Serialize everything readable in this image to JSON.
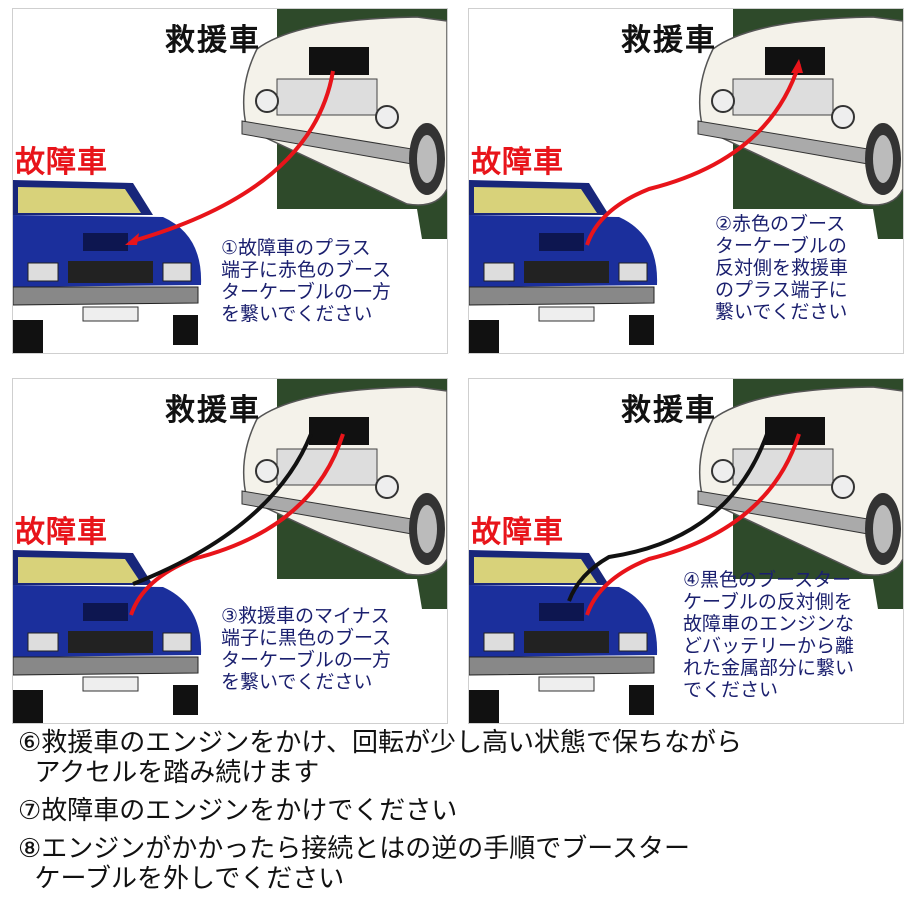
{
  "panels": [
    {
      "rescue_label": "救援車",
      "broken_label": "故障車",
      "instruction": "①故障車のプラス\n端子に赤色のブース\nターケーブルの一方\nを繋いでください"
    },
    {
      "rescue_label": "救援車",
      "broken_label": "故障車",
      "instruction": "②赤色のブース\nターケーブルの\n反対側を救援車\nのプラス端子に\n繋いでください"
    },
    {
      "rescue_label": "救援車",
      "broken_label": "故障車",
      "instruction": "③救援車のマイナス\n端子に黒色のブース\nターケーブルの一方\nを繋いでください"
    },
    {
      "rescue_label": "救援車",
      "broken_label": "故障車",
      "instruction": "④黒色のブースター\nケーブルの反対側を\n故障車のエンジンな\nどバッテリーから離\nれた金属部分に繋い\nでください"
    }
  ],
  "steps": [
    "⑥救援車のエンジンをかけ、回転が少し高い状態で保ちながら\n  アクセルを踏み続けます",
    "⑦故障車のエンジンをかけでください",
    "⑧エンジンがかかったら接続とはの逆の手順でブースター\n  ケーブルを外しでください"
  ],
  "colors": {
    "red_cable": "#e8141a",
    "black_cable": "#111111",
    "broken_car": "#1b2f9c",
    "rescue_car": "#f4f2ea"
  }
}
